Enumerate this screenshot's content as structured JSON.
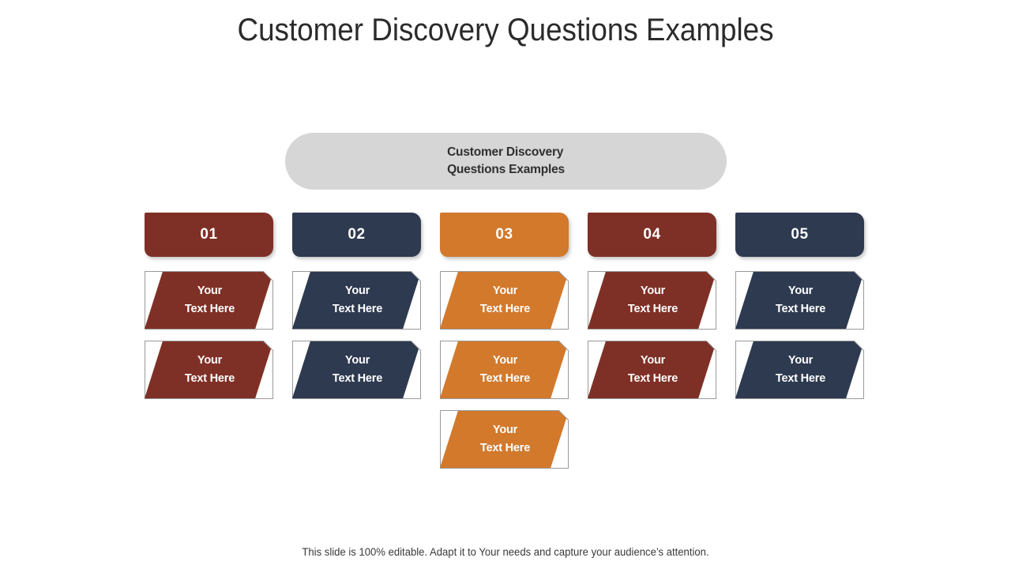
{
  "slide": {
    "title": "Customer Discovery Questions Examples",
    "footer_note": "This slide is 100% editable. Adapt it to Your needs and capture your audience’s attention."
  },
  "center_node": {
    "label": "Customer Discovery\nQuestions Examples",
    "background_color": "#d6d6d6",
    "text_color": "#2f2f2f"
  },
  "palette": {
    "brick": "#7f3026",
    "navy": "#2e3a50",
    "orange": "#d2792c",
    "card_border": "#9a9a9a",
    "white": "#ffffff"
  },
  "columns": [
    {
      "number": "01",
      "color": "#7f3026",
      "cards": [
        {
          "text": "Your\nText Here"
        },
        {
          "text": "Your\nText Here"
        }
      ]
    },
    {
      "number": "02",
      "color": "#2e3a50",
      "cards": [
        {
          "text": "Your\nText Here"
        },
        {
          "text": "Your\nText Here"
        }
      ]
    },
    {
      "number": "03",
      "color": "#d2792c",
      "cards": [
        {
          "text": "Your\nText Here"
        },
        {
          "text": "Your\nText Here"
        },
        {
          "text": "Your\nText Here"
        }
      ]
    },
    {
      "number": "04",
      "color": "#7f3026",
      "cards": [
        {
          "text": "Your\nText Here"
        },
        {
          "text": "Your\nText Here"
        }
      ]
    },
    {
      "number": "05",
      "color": "#2e3a50",
      "cards": [
        {
          "text": "Your\nText Here"
        },
        {
          "text": "Your\nText Here"
        }
      ]
    }
  ]
}
